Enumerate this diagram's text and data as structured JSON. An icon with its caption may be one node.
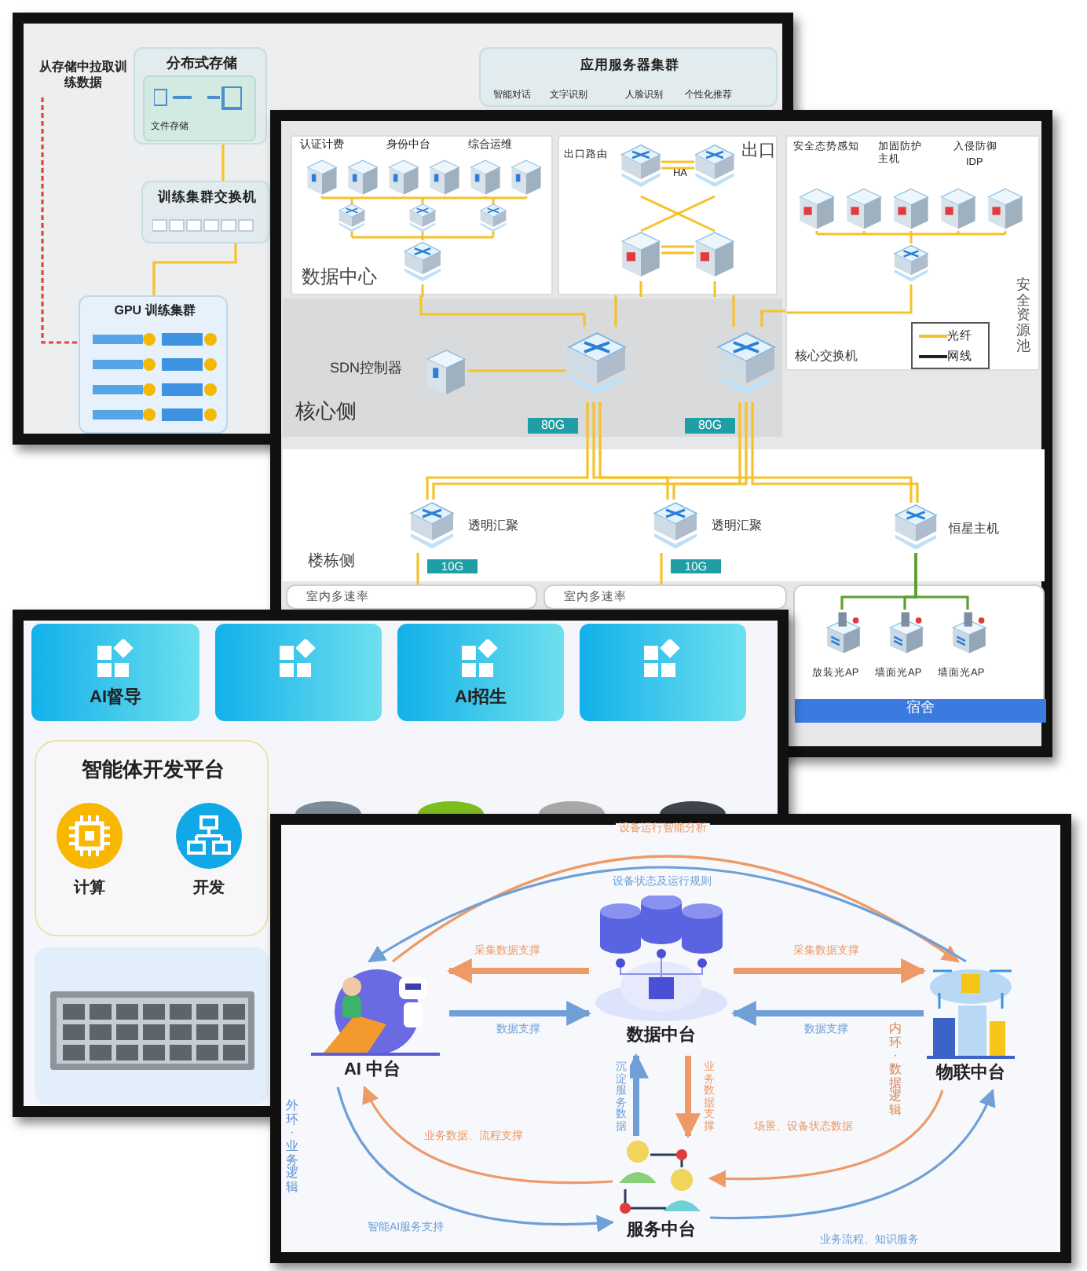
{
  "diagram": {
    "nodes": [
      {
        "text": [
          "分布式存储"
        ]
      },
      {
        "text": [
          "文件存储"
        ],
        "in": 0
      },
      {
        "text": [
          "应用服务器集群",
          "智能对话",
          "文字识别",
          "人脸识别",
          "个性化推荐"
        ]
      },
      {
        "text": [
          "训练集群交换机"
        ]
      },
      {
        "text": [
          "GPU 训练集群"
        ]
      },
      {
        "text": [
          "从存储中拉取训练数据"
        ]
      },
      {
        "text": [
          "认证计费",
          "身份中台",
          "综合运维",
          "数据中心"
        ]
      },
      {
        "text": [
          "出口路由",
          "出口",
          "HA"
        ]
      },
      {
        "text": [
          "安全态势感知",
          "加固防护主机",
          "入侵防御",
          "IDP",
          "安全资源池"
        ]
      },
      {
        "text": [
          "核心侧"
        ]
      },
      {
        "text": [],
        "shape": "picture",
        "in": 9
      },
      {
        "text": [],
        "shape": "picture",
        "in": 9
      },
      {
        "text": [],
        "shape": "picture",
        "in": 9,
        "beside": [
          "SDN控制器"
        ]
      },
      {
        "text": [],
        "shape": "picture",
        "beside": [
          "透明汇聚"
        ]
      },
      {
        "text": [],
        "shape": "picture",
        "beside": [
          "透明汇聚"
        ]
      },
      {
        "text": [],
        "shape": "picture",
        "beside": [
          "恒星主机"
        ]
      },
      {
        "text": [
          "室内多速率"
        ]
      },
      {
        "text": [
          "室内多速率"
        ]
      },
      {
        "text": [
          "宿舍"
        ]
      },
      {
        "text": [],
        "shape": "picture",
        "in": 18,
        "beside": [
          "放装光AP"
        ]
      },
      {
        "text": [],
        "shape": "picture",
        "in": 18,
        "beside": [
          "墙面光AP"
        ]
      },
      {
        "text": [],
        "shape": "picture",
        "in": 18,
        "beside": [
          "墙面光AP"
        ]
      },
      {
        "text": [
          "AI督导"
        ]
      },
      {
        "text": [],
        "shape": "box"
      },
      {
        "text": [
          "AI招生"
        ]
      },
      {
        "text": [],
        "shape": "box"
      },
      {
        "text": [
          "智能体开发平台"
        ]
      },
      {
        "text": [
          "计算"
        ],
        "in": 26
      },
      {
        "text": [
          "开发"
        ],
        "in": 26
      },
      {
        "text": [],
        "shape": "circle"
      },
      {
        "text": [],
        "shape": "circle"
      },
      {
        "text": [],
        "shape": "circle"
      },
      {
        "text": [],
        "shape": "circle"
      },
      {
        "text": [],
        "shape": "picture"
      },
      {
        "text": [
          "AI 中台"
        ]
      },
      {
        "text": [
          "数据中台"
        ]
      },
      {
        "text": [
          "物联中台"
        ]
      },
      {
        "text": [
          "服务中台"
        ]
      }
    ],
    "edges": [
      {
        "from": 0,
        "to": 3,
        "arrow": "none"
      },
      {
        "from": 3,
        "to": 4,
        "arrow": "none"
      },
      {
        "from": 5,
        "to": 4,
        "arrow": "none",
        "style": "dashed",
        "color": "#e0453a"
      },
      {
        "from": 6,
        "to": 10,
        "arrow": "none"
      },
      {
        "from": 7,
        "to": 10,
        "arrow": "none"
      },
      {
        "from": 7,
        "to": 11,
        "arrow": "none"
      },
      {
        "from": 8,
        "to": 11,
        "arrow": "none"
      },
      {
        "from": 12,
        "to": 10,
        "arrow": "none"
      },
      {
        "from": 10,
        "to": 13,
        "arrow": "none"
      },
      {
        "from": 10,
        "to": 14,
        "arrow": "none"
      },
      {
        "from": 10,
        "to": 15,
        "arrow": "none"
      },
      {
        "from": 11,
        "to": 13,
        "arrow": "none"
      },
      {
        "from": 11,
        "to": 14,
        "arrow": "none"
      },
      {
        "from": 11,
        "to": 15,
        "arrow": "none"
      },
      {
        "from": 13,
        "to": 16,
        "arrow": "none"
      },
      {
        "from": 14,
        "to": 17,
        "arrow": "none"
      },
      {
        "from": 15,
        "to": 19,
        "arrow": "none",
        "color": "#5aa02c"
      },
      {
        "from": 15,
        "to": 20,
        "arrow": "none",
        "color": "#5aa02c"
      },
      {
        "from": 15,
        "to": 21,
        "arrow": "none",
        "color": "#5aa02c"
      },
      {
        "from": 35,
        "to": 34,
        "arrow": "to",
        "label": "采集数据支撑",
        "style": "thick",
        "color": "#ee9a66"
      },
      {
        "from": 34,
        "to": 35,
        "arrow": "to",
        "label": "数据支撑",
        "style": "thick",
        "color": "#6f9fd6"
      },
      {
        "from": 35,
        "to": 36,
        "arrow": "to",
        "label": "采集数据支撑",
        "style": "thick",
        "color": "#ee9a66"
      },
      {
        "from": 36,
        "to": 35,
        "arrow": "to",
        "label": "数据支撑",
        "style": "thick",
        "color": "#6f9fd6"
      },
      {
        "from": 37,
        "to": 35,
        "arrow": "to",
        "label": "沉淀服务数据",
        "style": "thick",
        "color": "#6f9fd6"
      },
      {
        "from": 35,
        "to": 37,
        "arrow": "to",
        "label": "业务数据支撑",
        "style": "thick",
        "color": "#ee9a66"
      },
      {
        "from": 34,
        "to": 36,
        "arrow": "to",
        "label": "设备运行智能分析",
        "color": "#ee9a66"
      },
      {
        "from": 36,
        "to": 34,
        "arrow": "to",
        "label": "设备状态及运行规则",
        "color": "#6f9fd6"
      },
      {
        "from": 37,
        "to": 34,
        "arrow": "to",
        "label": "业务数据、流程支撑",
        "color": "#ee9a66"
      },
      {
        "from": 34,
        "to": 37,
        "arrow": "to",
        "label": "智能AI服务支持",
        "color": "#6f9fd6"
      },
      {
        "from": 36,
        "to": 37,
        "arrow": "to",
        "label": "场景、设备状态数据",
        "color": "#ee9a66"
      },
      {
        "from": 37,
        "to": 36,
        "arrow": "to",
        "label": "业务流程、知识服务",
        "color": "#6f9fd6"
      }
    ],
    "labels": [
      "核心交换机",
      "80G",
      "80G",
      "楼栋侧",
      "10G",
      "10G",
      "内环 · 数据逻辑",
      "外环 · 业务逻辑"
    ],
    "legend": [
      {
        "text": "光纤"
      },
      {
        "text": "网线"
      }
    ]
  }
}
